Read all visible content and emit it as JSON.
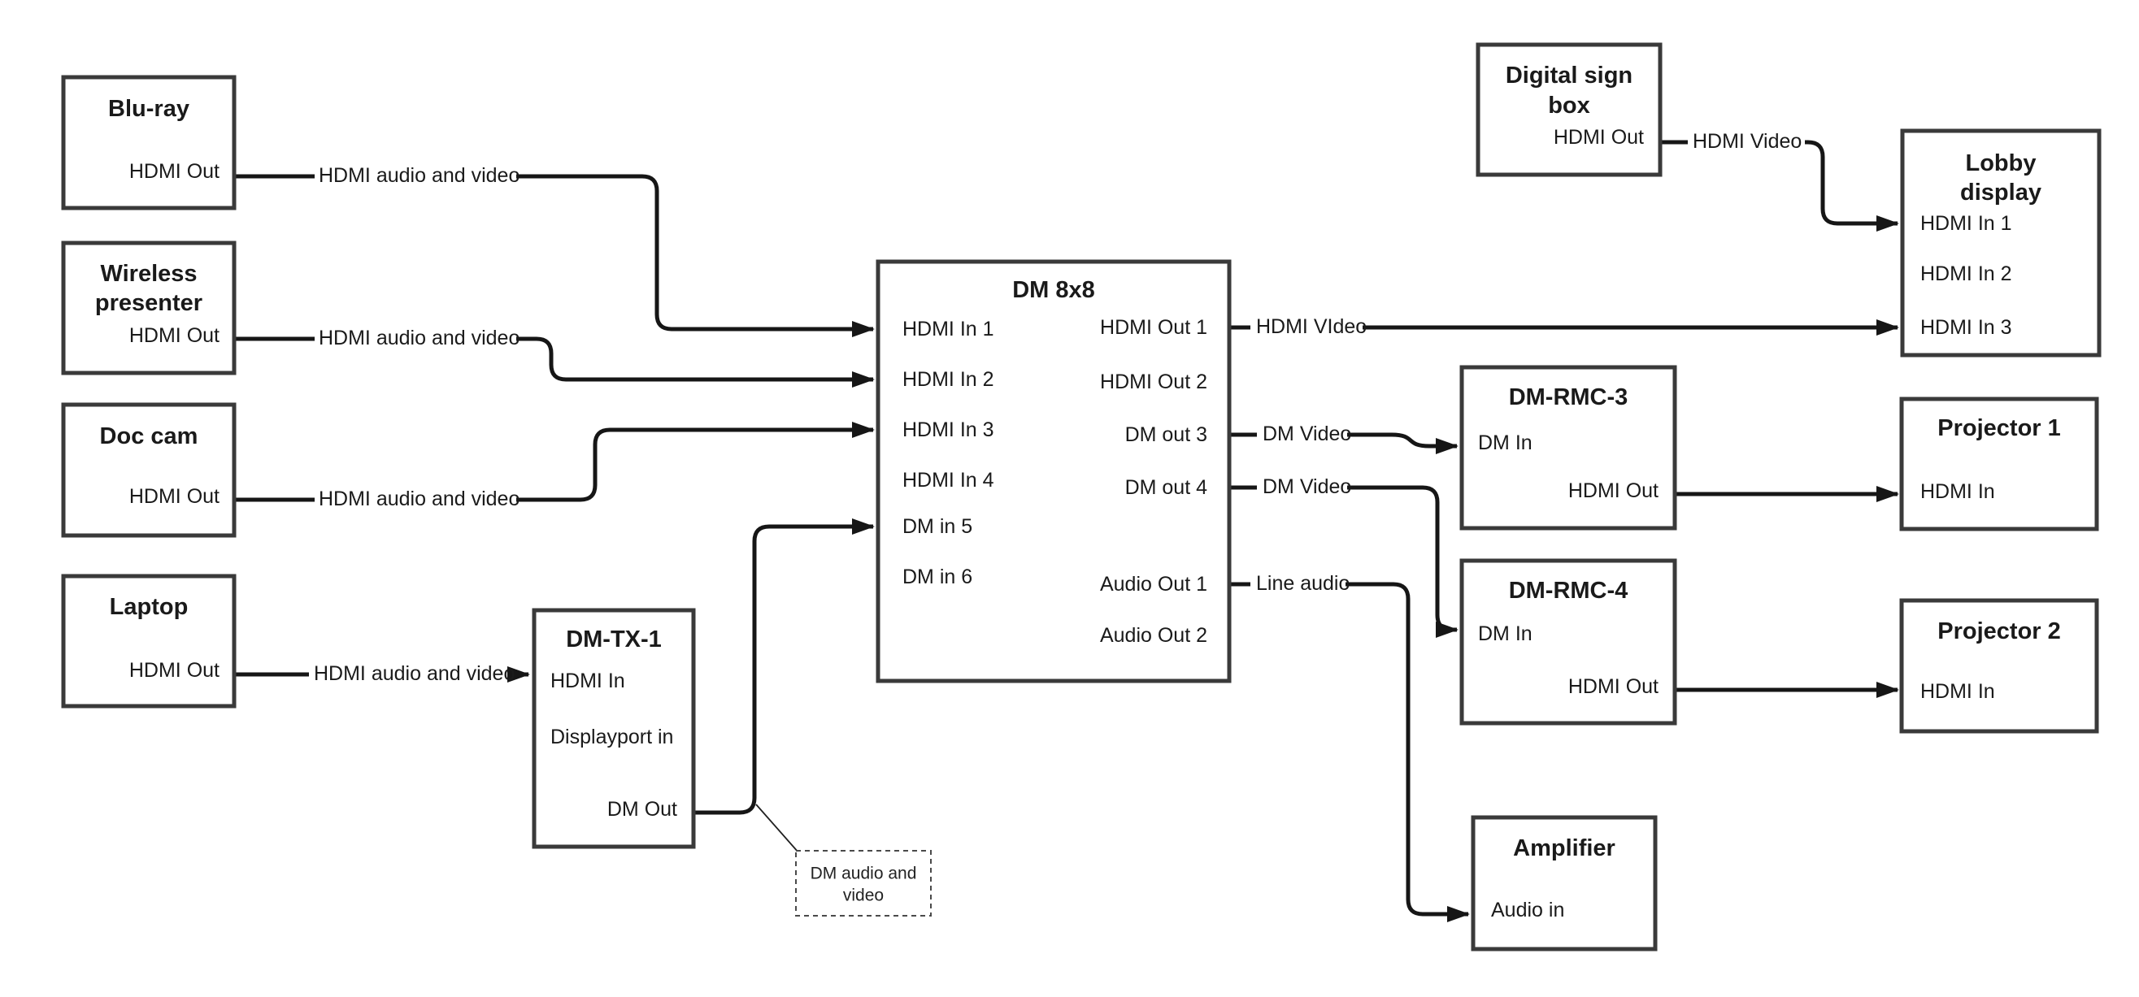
{
  "diagram": {
    "nodes": {
      "bluray": {
        "title": "Blu-ray",
        "port_out": "HDMI Out"
      },
      "wireless": {
        "title1": "Wireless",
        "title2": "presenter",
        "port_out": "HDMI Out"
      },
      "doccam": {
        "title": "Doc cam",
        "port_out": "HDMI Out"
      },
      "laptop": {
        "title": "Laptop",
        "port_out": "HDMI Out"
      },
      "dmtx1": {
        "title": "DM-TX-1",
        "port_hdmi_in": "HDMI In",
        "port_dp_in": "Displayport in",
        "port_dm_out": "DM Out"
      },
      "dm8x8": {
        "title": "DM 8x8",
        "inputs": [
          "HDMI In 1",
          "HDMI In 2",
          "HDMI In 3",
          "HDMI In 4",
          "DM in 5",
          "DM in 6"
        ],
        "outputs": [
          "HDMI Out 1",
          "HDMI Out 2",
          "DM out 3",
          "DM out 4",
          "Audio Out 1",
          "Audio Out 2"
        ]
      },
      "digital_sign": {
        "title1": "Digital sign",
        "title2": "box",
        "port_out": "HDMI Out"
      },
      "lobby": {
        "title1": "Lobby",
        "title2": "display",
        "inputs": [
          "HDMI In 1",
          "HDMI In 2",
          "HDMI In 3"
        ]
      },
      "dmrmc3": {
        "title": "DM-RMC-3",
        "port_in": "DM In",
        "port_out": "HDMI Out"
      },
      "proj1": {
        "title": "Projector 1",
        "port_in": "HDMI In"
      },
      "dmrmc4": {
        "title": "DM-RMC-4",
        "port_in": "DM In",
        "port_out": "HDMI Out"
      },
      "proj2": {
        "title": "Projector 2",
        "port_in": "HDMI In"
      },
      "amplifier": {
        "title": "Amplifier",
        "port_in": "Audio in"
      }
    },
    "edge_labels": {
      "bluray": "HDMI audio and video",
      "wireless": "HDMI audio and video",
      "doccam": "HDMI audio and video",
      "laptop": "HDMI audio and video",
      "hdmi_out1": "HDMI VIdeo",
      "dm_out3": "DM Video",
      "dm_out4": "DM Video",
      "audio_out1": "Line audio",
      "digital_sign": "HDMI Video"
    },
    "callout": {
      "line1": "DM audio and",
      "line2": "video"
    },
    "colors": {
      "background": "#ffffff",
      "box_border": "#3a3a3a",
      "connector": "#161616",
      "text": "#1a1a1a"
    }
  }
}
